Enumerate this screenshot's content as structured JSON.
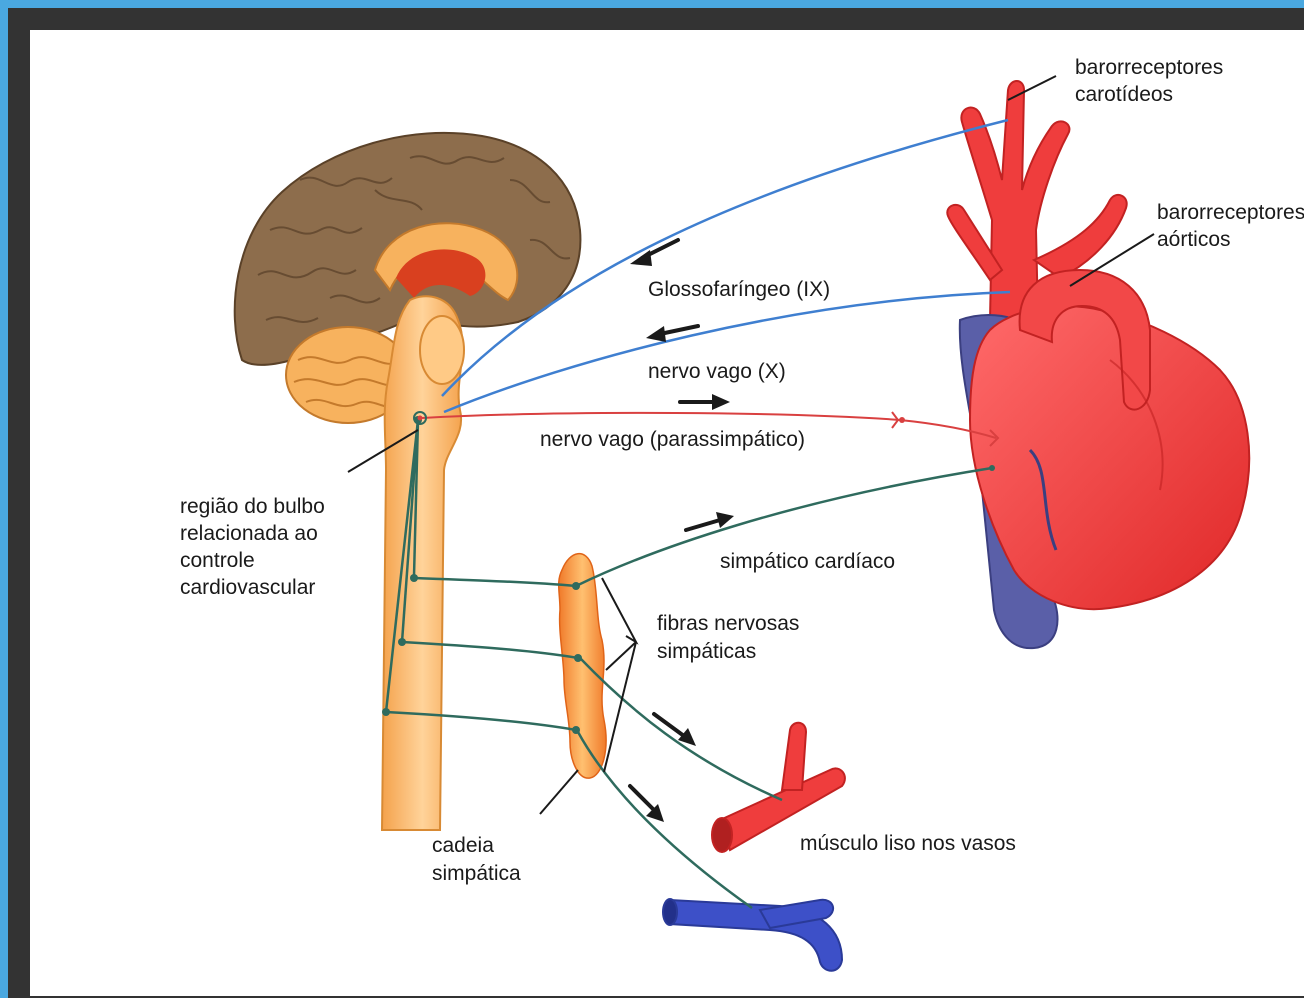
{
  "labels": {
    "carotid": [
      "barorreceptores",
      "carotídeos"
    ],
    "aortic": [
      "barorreceptores",
      "aórticos"
    ],
    "glosso": "Glossofaríngeo (IX)",
    "vago": "nervo vago (X)",
    "vago_para": "nervo vago (parassimpático)",
    "bulbo": [
      "região do bulbo",
      "relacionada ao",
      "controle",
      "cardiovascular"
    ],
    "simp_card": "simpático cardíaco",
    "fibras": [
      "fibras nervosas",
      "simpáticas"
    ],
    "cadeia": [
      "cadeia",
      "simpática"
    ],
    "musculo": "músculo liso nos vasos"
  },
  "colors": {
    "afferent_nerve": "#3f7fd0",
    "parasympathetic": "#d94040",
    "sympathetic": "#2f6b5e",
    "artery": "#ef3d3d",
    "vein": "#3d50c8",
    "brain_cortex": "#8a6a4a",
    "brainstem": "#f6b668"
  }
}
